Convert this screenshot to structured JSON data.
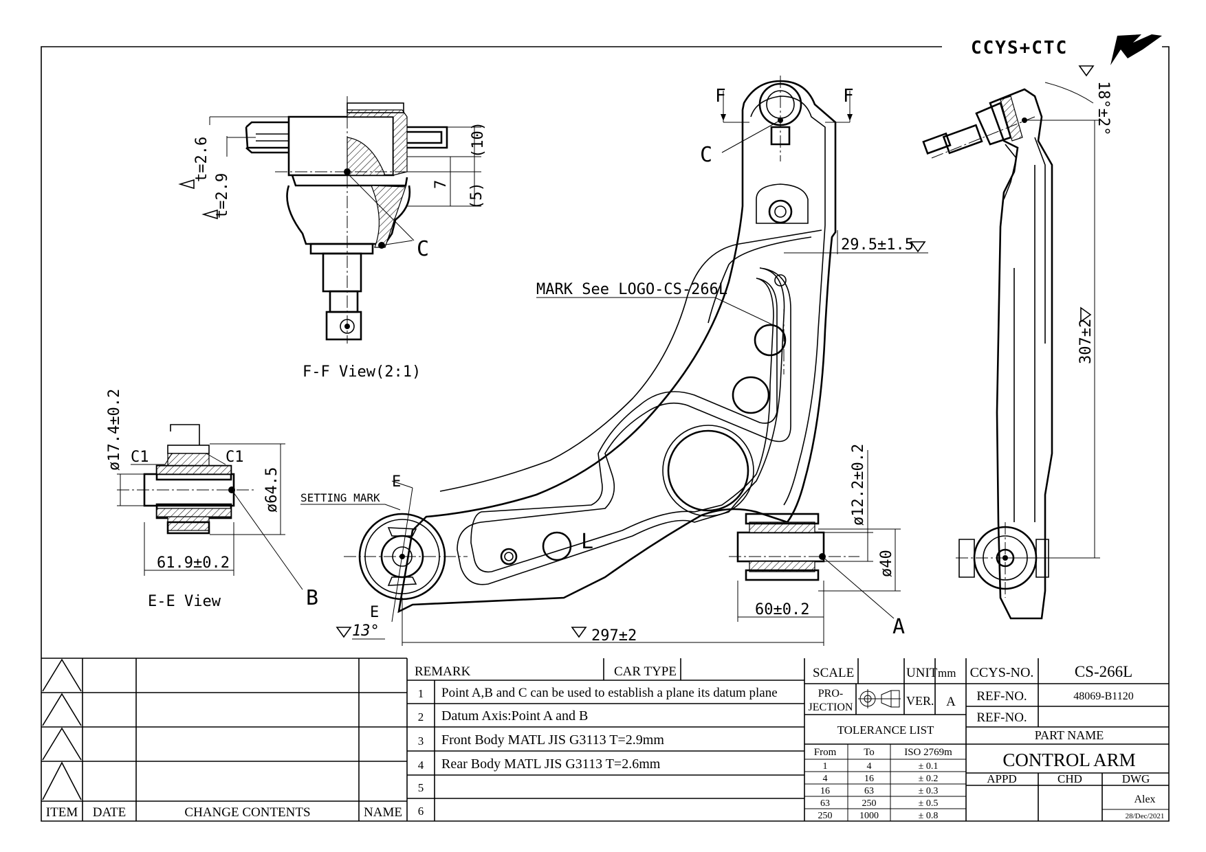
{
  "logo": {
    "text": "CCYS+CTC"
  },
  "views": {
    "ff": {
      "title": "F-F View(2:1)",
      "t26": "t=2.6",
      "t29": "t=2.9",
      "d10": "(10)",
      "d7": "7",
      "d5": "(5)",
      "point": "C"
    },
    "ee": {
      "title": "E-E View",
      "c1a": "C1",
      "c1b": "C1",
      "d174": "ø17.4±0.2",
      "d645": "ø64.5",
      "d619": "61.9±0.2",
      "setting": "SETTING MARK",
      "point": "B"
    },
    "main": {
      "f1": "F",
      "f2": "F",
      "c": "C",
      "e1": "E",
      "e2": "E",
      "b": "B",
      "l": "L",
      "a": "A",
      "mark": "MARK See LOGO-CS-266L",
      "d295": "29.5±1.5",
      "d122": "ø12.2±0.2",
      "d40": "ø40",
      "d60": "60±0.2",
      "d297": "297±2",
      "d13": "13°"
    },
    "side": {
      "d18": "18°±2°",
      "d307": "307±2"
    }
  },
  "revisions": {
    "headers": {
      "item": "ITEM",
      "date": "DATE",
      "contents": "CHANGE CONTENTS",
      "name": "NAME"
    }
  },
  "remarks": {
    "remark_label": "REMARK",
    "car_type_label": "CAR TYPE",
    "items": [
      {
        "no": "1",
        "text": "Point A,B and C can be used to establish a plane its datum plane"
      },
      {
        "no": "2",
        "text": "Datum Axis:Point A and B"
      },
      {
        "no": "3",
        "text": "Front Body MATL JIS G3113  T=2.9mm"
      },
      {
        "no": "4",
        "text": "Rear Body MATL JIS G3113  T=2.6mm"
      },
      {
        "no": "5",
        "text": ""
      },
      {
        "no": "6",
        "text": ""
      }
    ]
  },
  "spec": {
    "scale_label": "SCALE",
    "unit_label": "UNIT",
    "unit": "mm",
    "projection_label_1": "PRO-",
    "projection_label_2": "JECTION",
    "ver_label": "VER.",
    "ver": "A",
    "tolerance_title": "TOLERANCE LIST",
    "tol_headers": {
      "from": "From",
      "to": "To",
      "iso": "ISO 2769m"
    },
    "tolerances": [
      {
        "from": "1",
        "to": "4",
        "tol": "± 0.1"
      },
      {
        "from": "4",
        "to": "16",
        "tol": "± 0.2"
      },
      {
        "from": "16",
        "to": "63",
        "tol": "± 0.3"
      },
      {
        "from": "63",
        "to": "250",
        "tol": "± 0.5"
      },
      {
        "from": "250",
        "to": "1000",
        "tol": "± 0.8"
      }
    ]
  },
  "title_block": {
    "ccys_label": "CCYS-NO.",
    "ccys_no": "CS-266L",
    "ref_label_1": "REF-NO.",
    "ref_no_1": "48069-B1120",
    "ref_label_2": "REF-NO.",
    "ref_no_2": "",
    "part_name_label": "PART NAME",
    "part_name": "CONTROL ARM",
    "appd_label": "APPD",
    "chd_label": "CHD",
    "dwg_label": "DWG",
    "drawn_by": "Alex",
    "date": "28/Dec/2021"
  }
}
